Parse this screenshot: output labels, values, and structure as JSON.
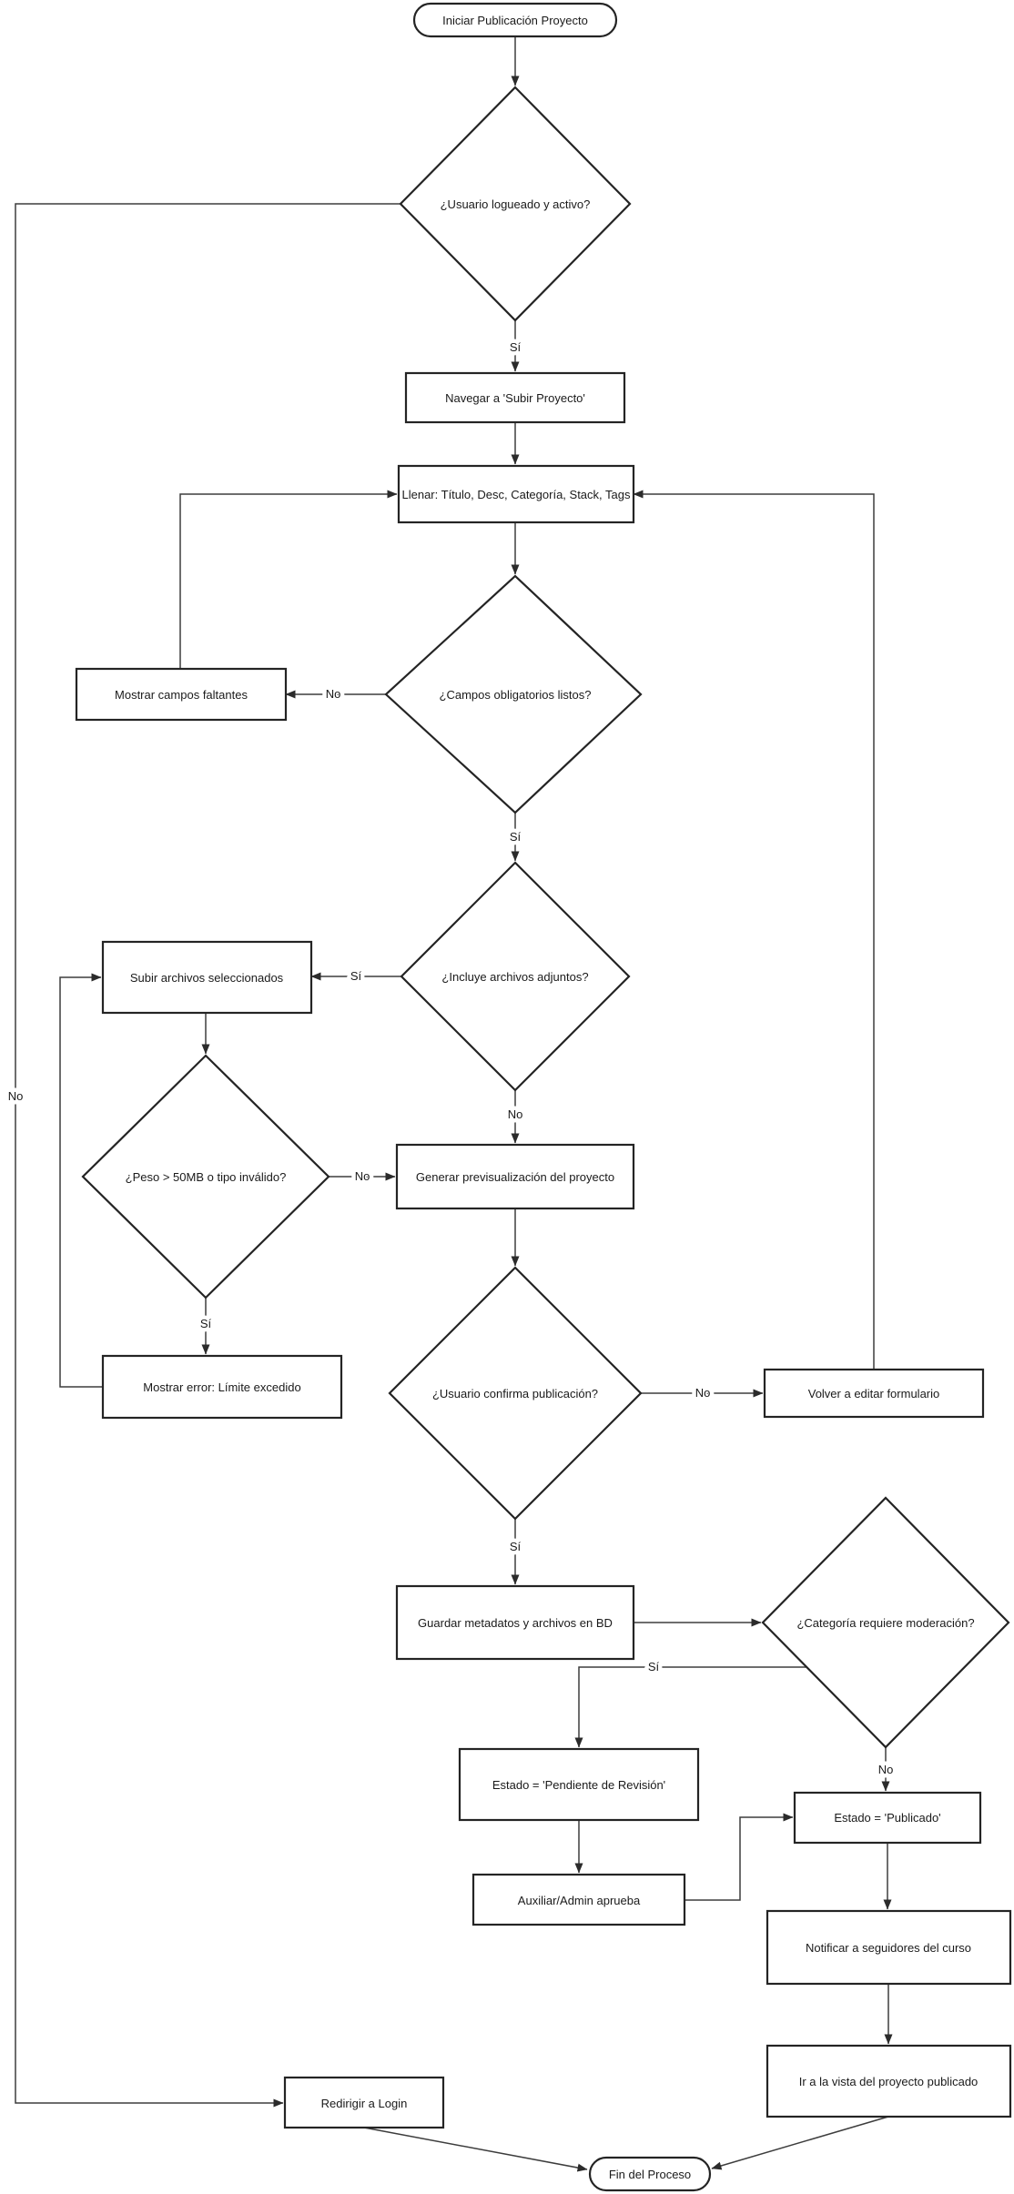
{
  "diagram": {
    "type": "flowchart",
    "language": "es",
    "background": "#ffffff",
    "node_fill": "#ffffff",
    "node_stroke": "#242424",
    "edge_color": "#3d3d3d",
    "text_color": "#1a1a1a"
  },
  "nodes": {
    "start": {
      "type": "terminator",
      "label": "Iniciar Publicación Proyecto"
    },
    "user_active": {
      "type": "decision",
      "label": "¿Usuario logueado y activo?"
    },
    "navigate": {
      "type": "process",
      "label": "Navegar a 'Subir Proyecto'"
    },
    "fill_form": {
      "type": "process",
      "label": "Llenar: Título, Desc, Categoría, Stack, Tags"
    },
    "required_ready": {
      "type": "decision",
      "label": "¿Campos obligatorios listos?"
    },
    "show_missing": {
      "type": "process",
      "label": "Mostrar campos faltantes"
    },
    "has_attachments": {
      "type": "decision",
      "label": "¿Incluye archivos adjuntos?"
    },
    "upload_files": {
      "type": "process",
      "label": "Subir archivos seleccionados"
    },
    "size_invalid": {
      "type": "decision",
      "label": "¿Peso > 50MB o tipo inválido?"
    },
    "limit_error": {
      "type": "process",
      "label": "Mostrar error: Límite excedido"
    },
    "generate_preview": {
      "type": "process",
      "label": "Generar previsualización del proyecto"
    },
    "user_confirms": {
      "type": "decision",
      "label": "¿Usuario confirma publicación?"
    },
    "back_to_edit": {
      "type": "process",
      "label": "Volver a editar formulario"
    },
    "save_metadata": {
      "type": "process",
      "label": "Guardar metadatos y archivos en BD"
    },
    "needs_moderation": {
      "type": "decision",
      "label": "¿Categoría requiere moderación?"
    },
    "pending_review": {
      "type": "process",
      "label": "Estado = 'Pendiente de Revisión'"
    },
    "admin_approves": {
      "type": "process",
      "label": "Auxiliar/Admin aprueba"
    },
    "published": {
      "type": "process",
      "label": "Estado = 'Publicado'"
    },
    "notify_followers": {
      "type": "process",
      "label": "Notificar a seguidores del curso"
    },
    "view_project": {
      "type": "process",
      "label": "Ir a la vista del proyecto publicado"
    },
    "redirect_login": {
      "type": "process",
      "label": "Redirigir a Login"
    },
    "end": {
      "type": "terminator",
      "label": "Fin del Proceso"
    }
  },
  "edge_labels": {
    "user_yes": "Sí",
    "user_no": "No",
    "required_yes": "Sí",
    "required_no": "No",
    "attachments_yes": "Sí",
    "attachments_no": "No",
    "size_yes": "Sí",
    "size_no": "No",
    "confirm_yes": "Sí",
    "confirm_no": "No",
    "moderation_yes": "Sí",
    "moderation_no": "No"
  }
}
